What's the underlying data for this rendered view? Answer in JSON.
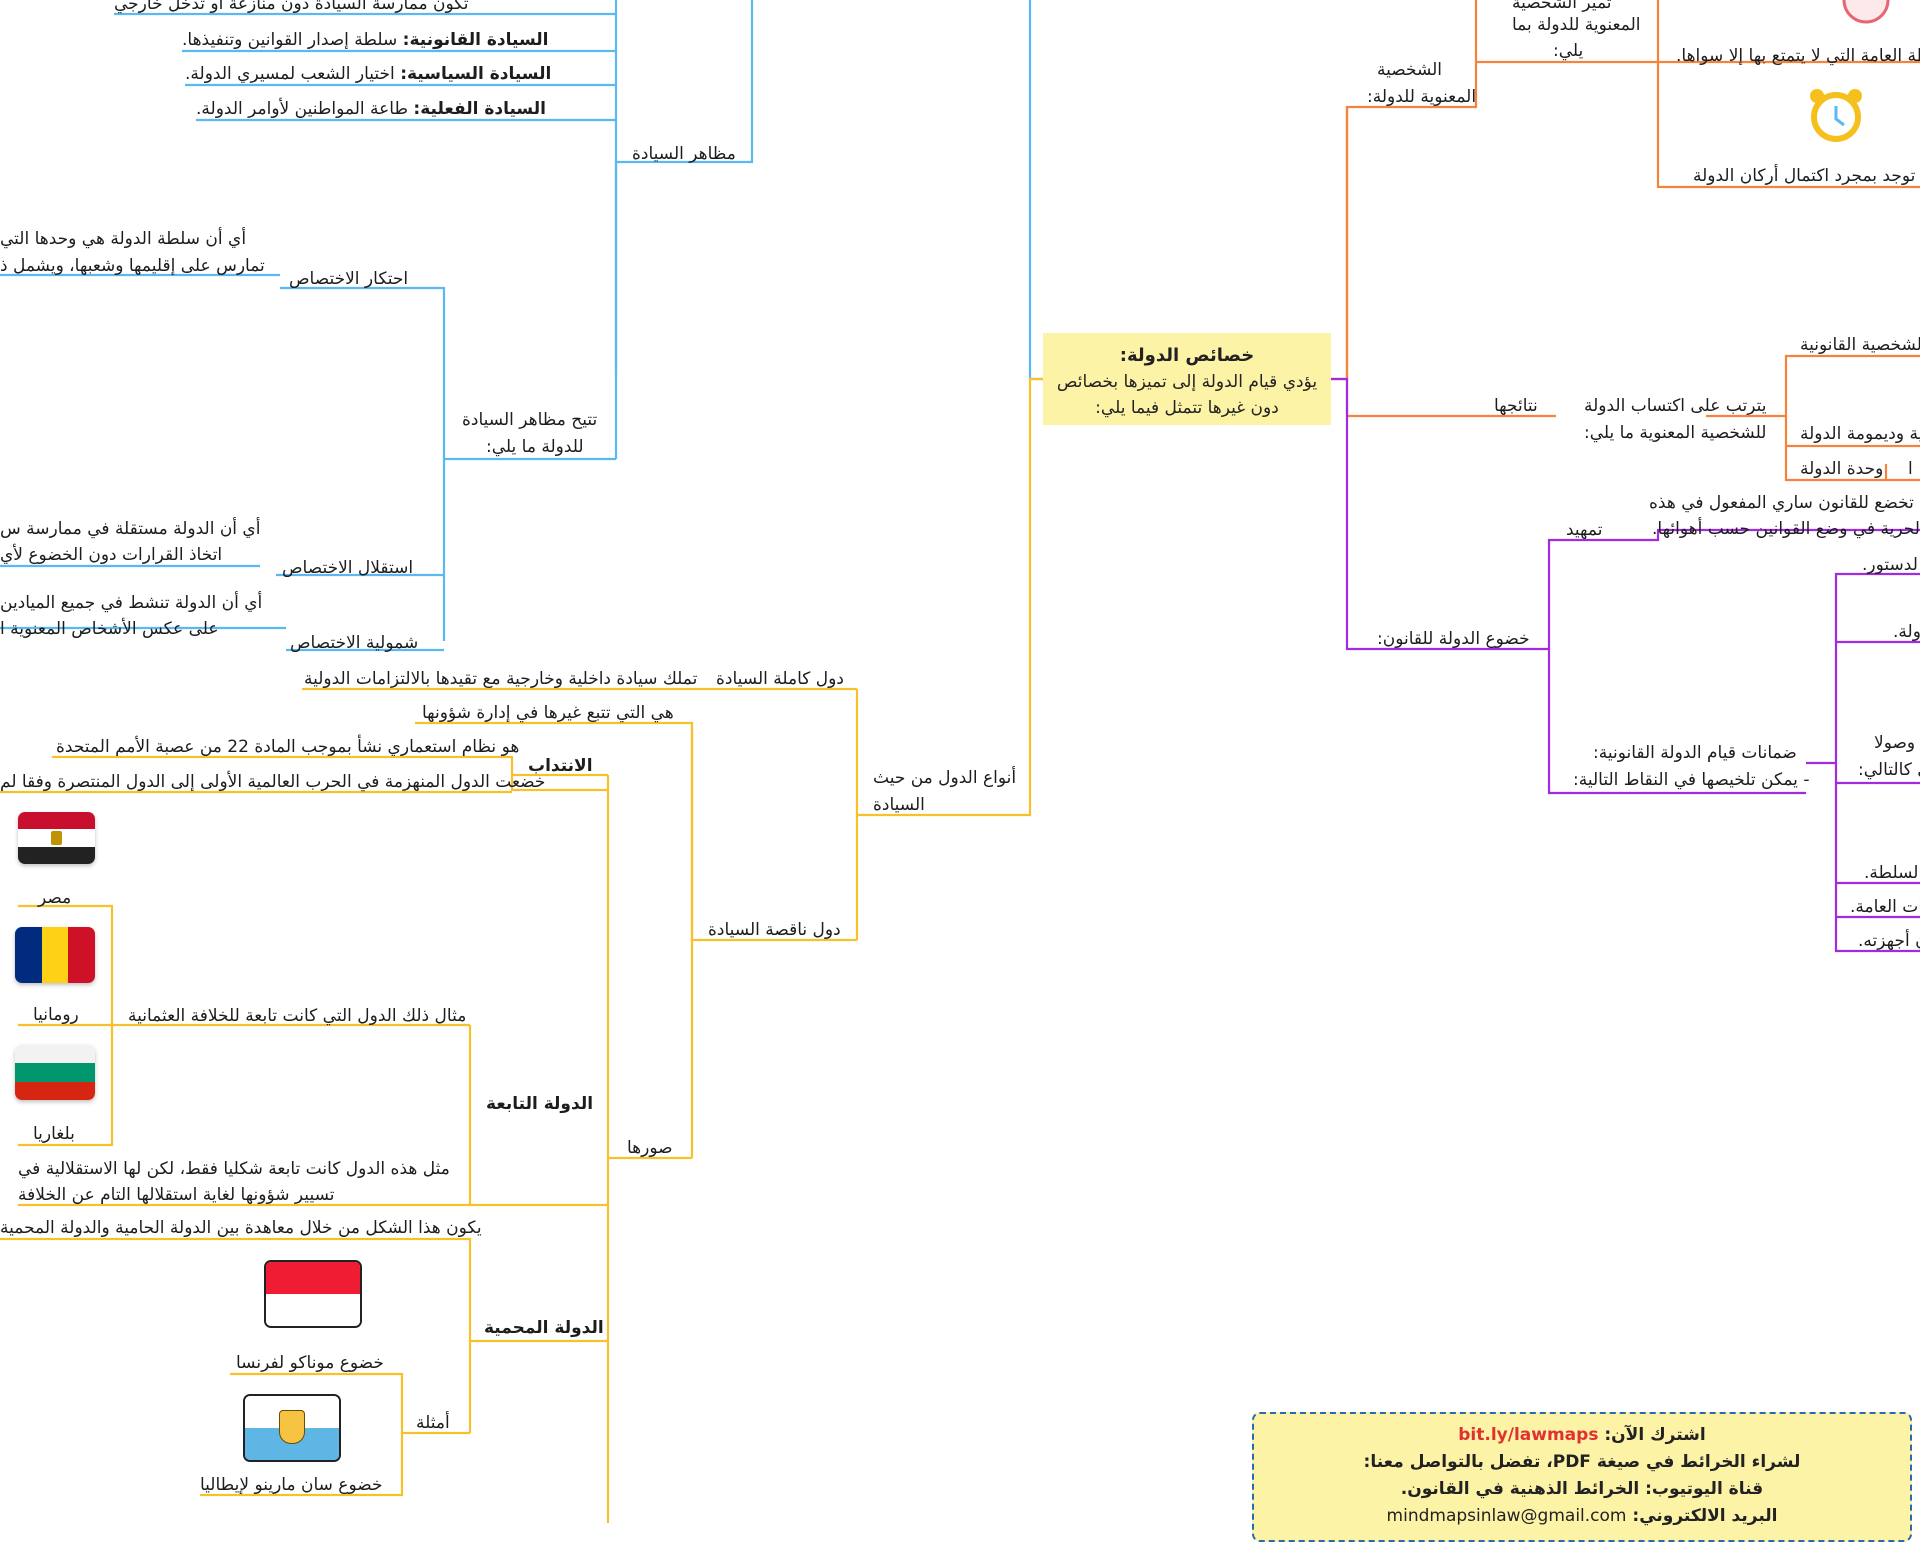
{
  "colors": {
    "blue": "#5bb8f0",
    "orange": "#f5843a",
    "purple": "#a02be0",
    "yellow": "#f7c12c"
  },
  "center": {
    "title": "خصائص الدولة:",
    "line1": "يؤدي قيام الدولة إلى تميزها بخصائص",
    "line2": "دون غيرها تتمثل فيما يلي:"
  },
  "left": {
    "top_cut": "تكون ممارسة السيادة دون منازعة أو تدخل خارجي",
    "legal_b": "السيادة القانونية:",
    "legal": " سلطة إصدار القوانين وتنفيذها.",
    "political_b": "السيادة السياسية:",
    "political": " اختيار الشعب لمسيري الدولة.",
    "actual_b": "السيادة الفعلية:",
    "actual": " طاعة المواطنين لأوامر الدولة.",
    "aspects": "مظاهر السيادة",
    "monopoly_t1": "أي أن سلطة الدولة هي وحدها التي",
    "monopoly_t2": "تمارس على إقليمها وشعبها، ويشمل ذ",
    "monopoly": "احتكار الاختصاص",
    "allows1": "تتيح مظاهر السيادة",
    "allows2": "للدولة ما يلي:",
    "indep_t1": "أي أن الدولة مستقلة في ممارسة س",
    "indep_t2": "اتخاذ القرارات دون الخضوع لأي",
    "indep": "استقلال الاختصاص",
    "compr_t1": "أي أن الدولة تنشط في جميع الميادين",
    "compr_t2": "على عكس الأشخاص المعنوية ا",
    "compr": "شمولية الاختصاص",
    "full": "دول كاملة السيادة",
    "full_t": "تملك سيادة داخلية وخارجية مع تقيدها بالالتزامات الدولية",
    "types1": "أنواع الدول من حيث",
    "types2": "السيادة",
    "partial": "دول ناقصة السيادة",
    "partial_t": "هي التي تتبع غيرها في إدارة شؤونها",
    "forms": "صورها",
    "mandate": "الانتداب",
    "mandate_t1": "هو نظام استعماري نشأ بموجب المادة 22 من عصبة الأمم المتحدة",
    "mandate_t2": "خضعت الدول المنهزمة في الحرب العالمية الأولى إلى الدول المنتصرة وفقا لم",
    "vassal": "الدولة التابعة",
    "vassal_ex": "مثال ذلك الدول التي كانت تابعة للخلافة العثمانية",
    "egypt": "مصر",
    "romania": "رومانيا",
    "bulgaria": "بلغاريا",
    "vassal_t1": "مثل هذه الدول كانت تابعة شكليا فقط، لكن لها الاستقلالية في",
    "vassal_t2": "تسيير شؤونها لغاية استقلالها التام عن الخلافة",
    "protect": "الدولة المحمية",
    "protect_t": "يكون هذا الشكل من خلال معاهدة بين الدولة الحامية والدولة المحمية",
    "examples": "أمثلة",
    "monaco": "خضوع موناكو لفرنسا",
    "sanmarino": "خضوع سان مارينو لإيطاليا"
  },
  "right": {
    "top_cut1": "تمير الشخصية",
    "top_cut2": "المعنوية للدولة بما",
    "top_cut3": "يلي:",
    "public_auth": "لطة العامة التي لا يتمتع بها إلا سواها.",
    "exists": "ية توجد بمجرد اكتمال أركان الدولة",
    "legal_person1": "الشخصية",
    "legal_person2": "المعنوية للدولة:",
    "results": "نتائجها",
    "results_t1": "يترتب على اكتساب الدولة",
    "results_t2": "للشخصية المعنوية ما يلي:",
    "r1": "لشخصية القانونية",
    "r2": "رية وديمومة الدولة",
    "r3": "وحدة الدولة",
    "r3b": "ا",
    "rule": "خضوع الدولة للقانون:",
    "intro": "تمهيد",
    "intro_t1": "طة تخضع للقانون ساري المفعول في هذه",
    "intro_t2": "الحرية في وضع القوانين حسب أهوائها.",
    "guar1": "ضمانات قيام الدولة القانونية:",
    "guar2": "- يمكن تلخيصها في النقاط التالية:",
    "g1": "لدستور.",
    "g2": "ي الدولة.",
    "g3a": "وصولا",
    "g3b": "ي كالتالي:",
    "g4": "السلطة.",
    "g5": "ات العامة.",
    "g6": "ن أجهزته."
  },
  "footer": {
    "sub_label": "اشترك الآن: ",
    "sub_link": "bit.ly/lawmaps",
    "line2": "لشراء الخرائط في صيغة PDF، تفضل بالتواصل معنا:",
    "line3": "قناة اليوتيوب: الخرائط الذهنية في القانون.",
    "line4_label": "البريد الالكتروني: ",
    "line4": "mindmapsinlaw@gmail.com"
  }
}
